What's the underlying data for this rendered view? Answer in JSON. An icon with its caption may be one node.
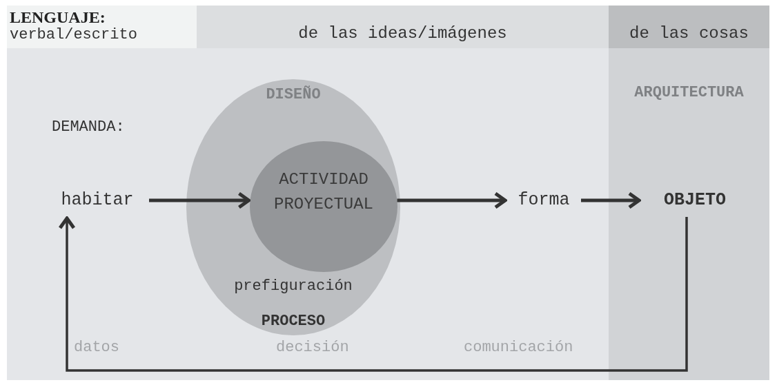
{
  "diagram": {
    "nodes": [
      {
        "text": [
          "LENGUAJE:",
          "verbal/escrito"
        ]
      },
      {
        "text": [
          "de las ideas/imágenes"
        ]
      },
      {
        "text": [
          "de las cosas"
        ]
      },
      {
        "text": [
          "DISEÑO",
          "prefiguración",
          "PROCESO"
        ]
      },
      {
        "text": [
          "ACTIVIDAD PROYECTUAL"
        ],
        "in": 3
      },
      {
        "text": [
          "habitar"
        ]
      },
      {
        "text": [
          "forma"
        ]
      },
      {
        "text": [
          "ARQUITECTURA"
        ]
      },
      {
        "text": [
          "OBJETO"
        ],
        "in": 7
      }
    ],
    "edges": [
      {
        "from": 5,
        "to": 4,
        "arrow": "to"
      },
      {
        "from": 4,
        "to": 6,
        "arrow": "to"
      },
      {
        "from": 6,
        "to": 8,
        "arrow": "to"
      },
      {
        "from": 8,
        "to": 5,
        "arrow": "to"
      }
    ],
    "labels": [
      "DEMANDA:",
      "datos",
      "decisión",
      "comunicación"
    ]
  }
}
